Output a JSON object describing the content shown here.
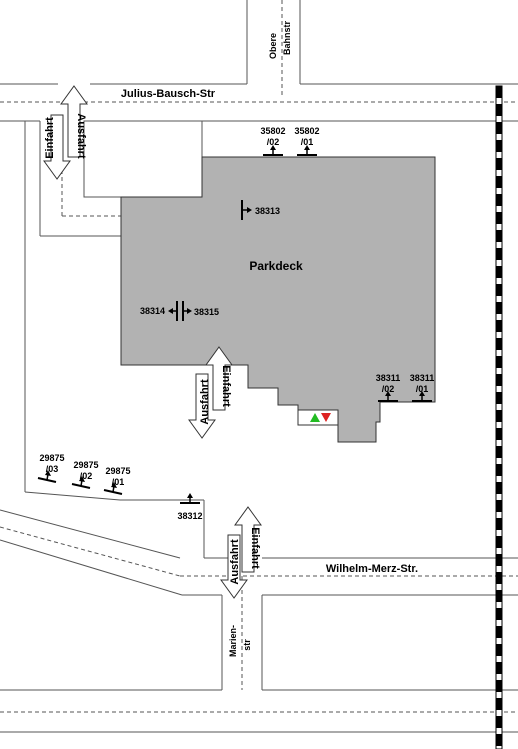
{
  "streets": {
    "obere_bahnstr": [
      "Obere",
      "Bahnstr"
    ],
    "julius_bausch": "Julius-Bausch-Str",
    "wilhelm_merz": "Wilhelm-Merz-Str.",
    "marienstr": [
      "Marien-",
      "str"
    ]
  },
  "parkdeck": {
    "label": "Parkdeck"
  },
  "arrows": {
    "einfahrt": "Einfahrt",
    "ausfahrt": "Ausfahrt"
  },
  "markers": {
    "m35802_02": [
      "35802",
      "/02"
    ],
    "m35802_01": [
      "35802",
      "/01"
    ],
    "m38313": "38313",
    "m38314": "38314",
    "m38315": "38315",
    "m38311_02": [
      "38311",
      "/02"
    ],
    "m38311_01": [
      "38311",
      "/01"
    ],
    "m29875_03": [
      "29875",
      "/03"
    ],
    "m29875_02": [
      "29875",
      "/02"
    ],
    "m29875_01": [
      "29875",
      "/01"
    ],
    "m38312": "38312"
  },
  "colors": {
    "parkdeck_fill": "#b2b2b2",
    "signal_green": "#22bb22",
    "signal_red": "#dd2222",
    "railway": "#000000"
  }
}
